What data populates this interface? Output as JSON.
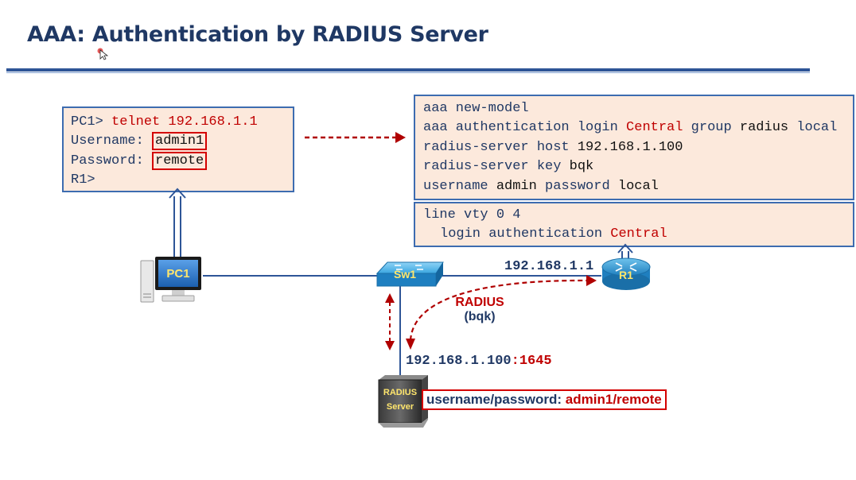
{
  "title": "AAA: Authentication by RADIUS Server",
  "pc_terminal": {
    "prompt": "PC1>",
    "command": "telnet 192.168.1.1",
    "username_label": "Username:",
    "username_value": "admin1",
    "password_label": "Password:",
    "password_value": "remote",
    "result_prompt": "R1>"
  },
  "router_config": {
    "line1": "aaa new-model",
    "line2": {
      "a": "aaa authentication login",
      "b": "Central",
      "c": "group",
      "d": "radius",
      "e": "local"
    },
    "line3": {
      "a": "radius-server host",
      "b": "192.168.1.100"
    },
    "line4": {
      "a": "radius-server key",
      "b": "bqk"
    },
    "line5": {
      "a": "username",
      "b": "admin",
      "c": "password",
      "d": "local"
    }
  },
  "vty_config": {
    "line1": "line vty 0 4",
    "line2": {
      "a": "login authentication",
      "b": "Central"
    }
  },
  "devices": {
    "pc": "PC1",
    "switch": "Sw1",
    "router": "R1",
    "server_line1": "RADIUS",
    "server_line2": "Server"
  },
  "labels": {
    "router_ip": "192.168.1.1",
    "radius_protocol": "RADIUS",
    "radius_key": "(bqk)",
    "server_ip": "192.168.1.100",
    "server_port": ":1645",
    "cred_label": "username/password:",
    "cred_value": "admin1/remote"
  },
  "colors": {
    "title": "#1f3864",
    "box_fill": "#fce9dc",
    "box_border": "#3d6cb0",
    "accent_red": "#c00000",
    "link": "#2e5597"
  }
}
